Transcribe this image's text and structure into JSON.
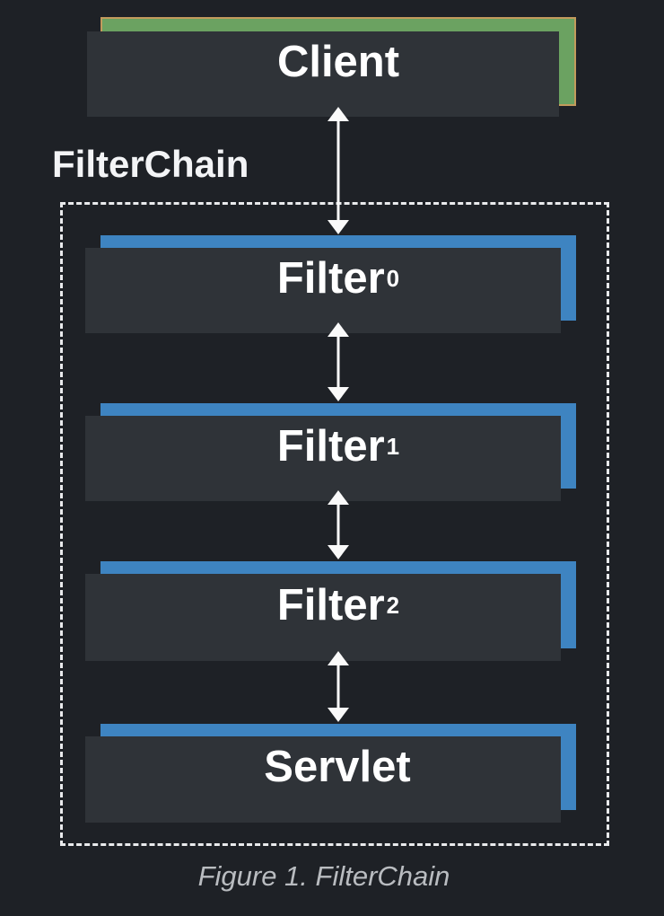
{
  "diagram": {
    "type": "flow-diagram",
    "theme": "dark",
    "client": {
      "label": "Client"
    },
    "filter_chain": {
      "label": "FilterChain",
      "nodes": [
        {
          "label": "Filter",
          "subscript": "0"
        },
        {
          "label": "Filter",
          "subscript": "1"
        },
        {
          "label": "Filter",
          "subscript": "2"
        },
        {
          "label": "Servlet",
          "subscript": ""
        }
      ]
    },
    "connections": [
      {
        "from": "Client",
        "to": "Filter0",
        "bidirectional": true
      },
      {
        "from": "Filter0",
        "to": "Filter1",
        "bidirectional": true
      },
      {
        "from": "Filter1",
        "to": "Filter2",
        "bidirectional": true
      },
      {
        "from": "Filter2",
        "to": "Servlet",
        "bidirectional": true
      }
    ],
    "caption": "Figure 1. FilterChain",
    "colors": {
      "background": "#1e2126",
      "client_fill": "#6ba261",
      "client_border": "#c29b5c",
      "filter_fill": "#3e84c1",
      "shadow": "#2f3338",
      "dashed_border": "#e9eaec",
      "arrow": "#fafafa",
      "node_text": "#ffffff",
      "caption_text": "#b9bcc0"
    }
  }
}
